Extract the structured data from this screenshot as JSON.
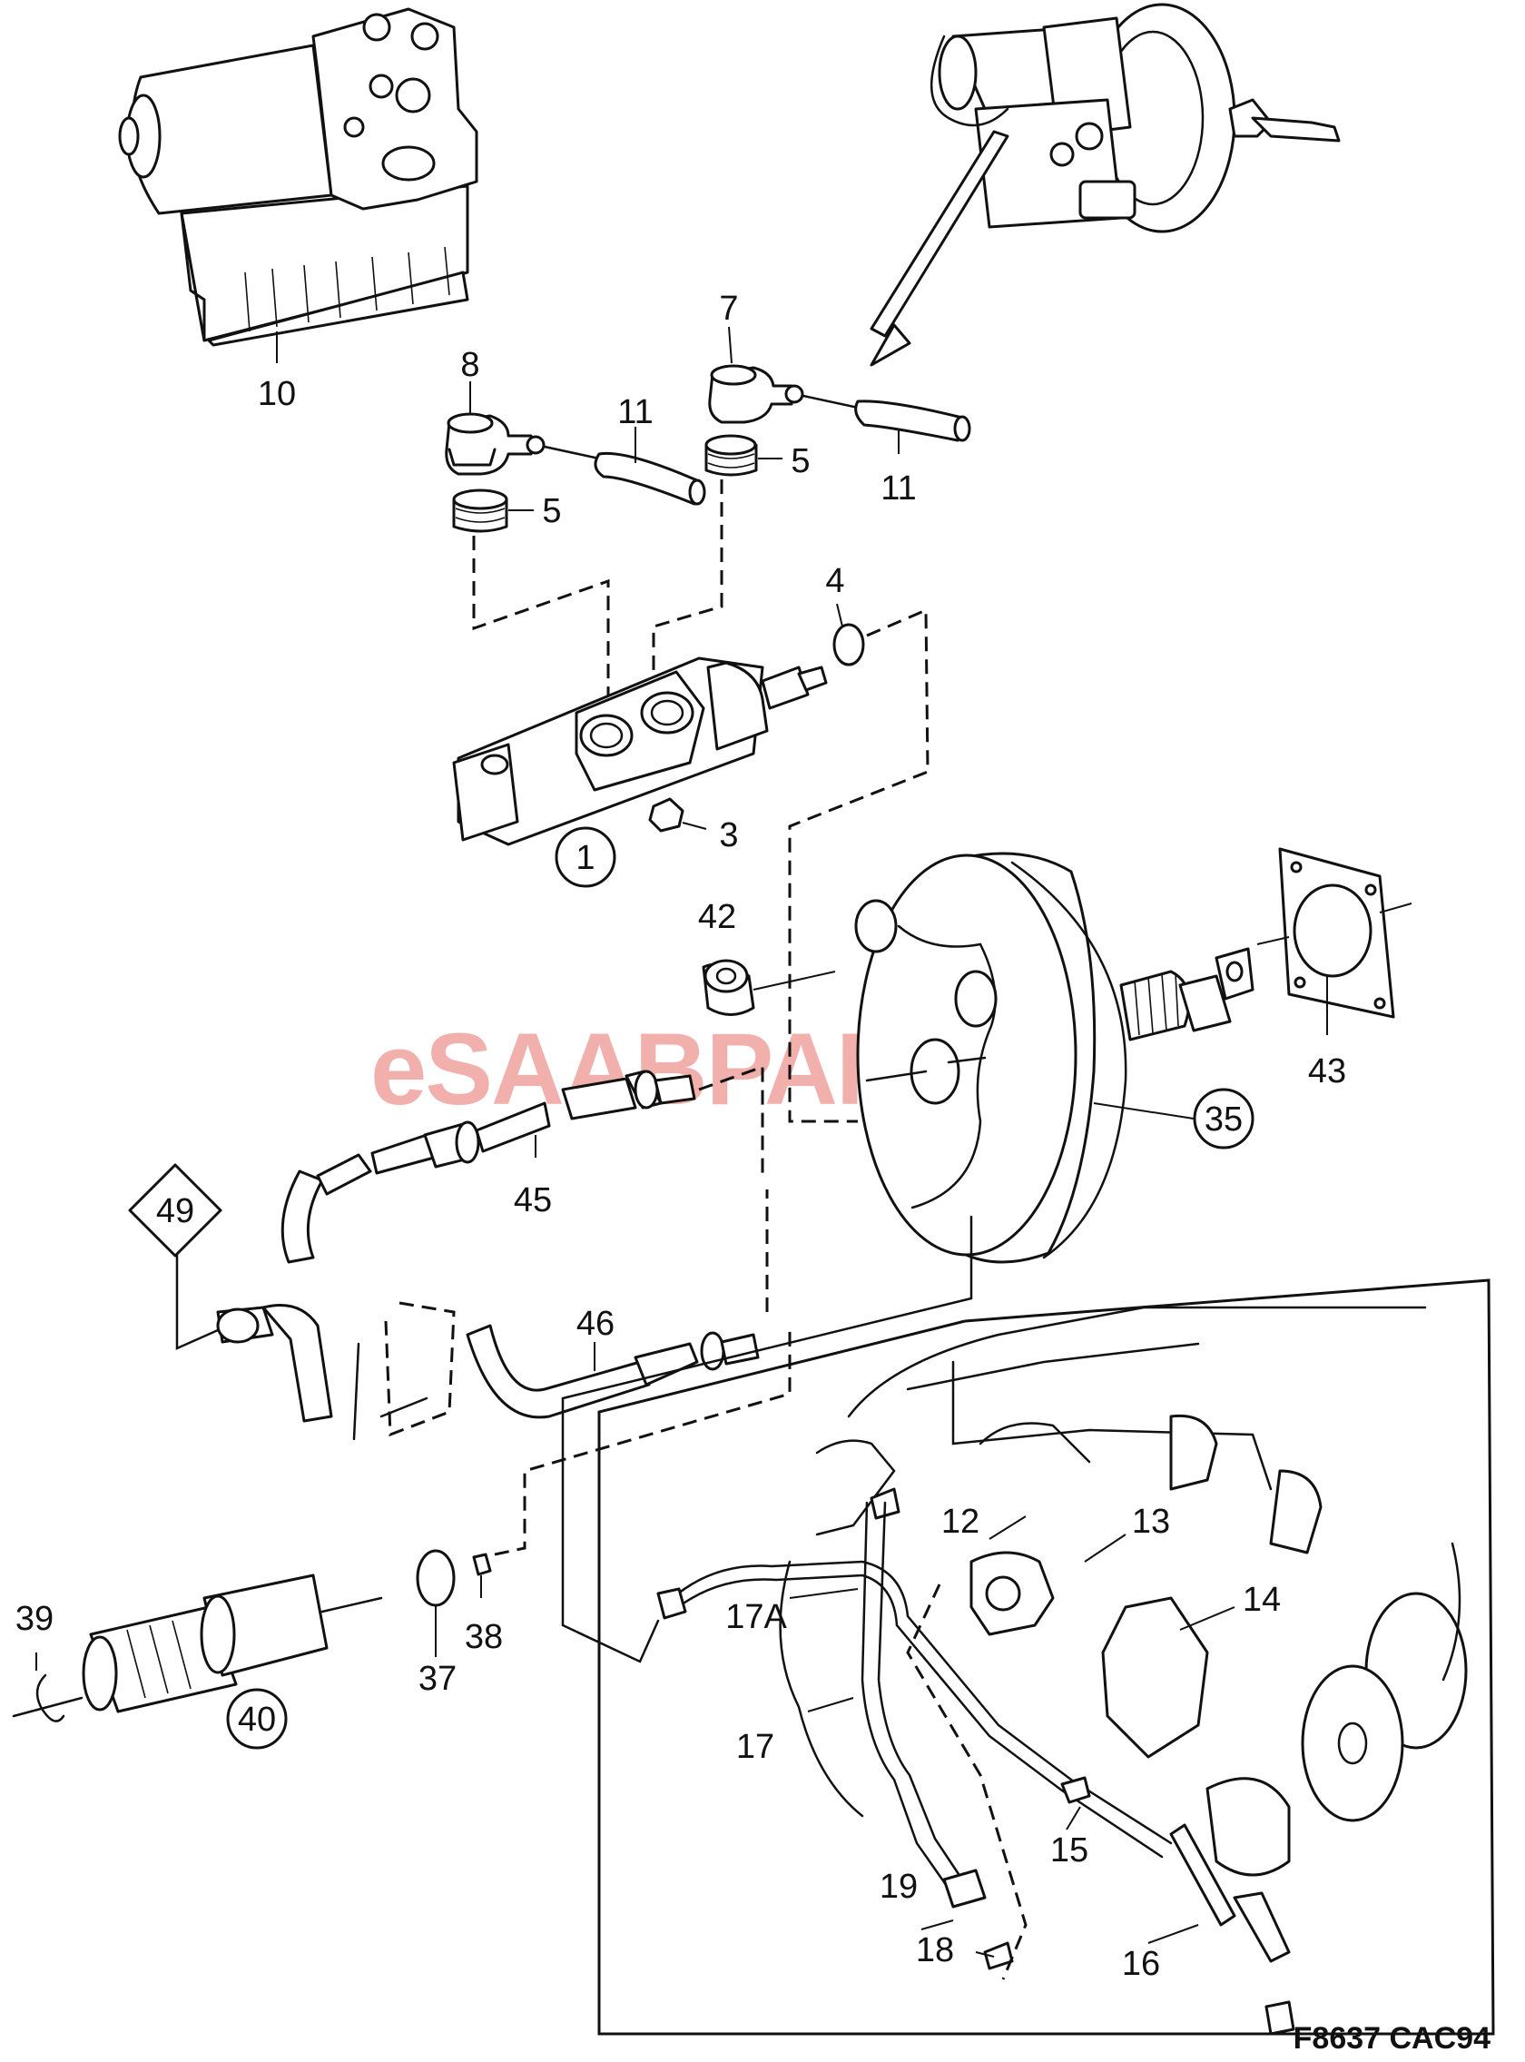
{
  "watermark": {
    "text": "eSAABPARTS",
    "color": "#e8706a"
  },
  "figure_code": "F8637 CAC94",
  "callouts": [
    {
      "text": "1",
      "style": "circle"
    },
    {
      "text": "3",
      "style": "plain"
    },
    {
      "text": "4",
      "style": "plain"
    },
    {
      "text": "5",
      "style": "plain"
    },
    {
      "text": "5",
      "style": "plain"
    },
    {
      "text": "7",
      "style": "plain"
    },
    {
      "text": "8",
      "style": "plain"
    },
    {
      "text": "10",
      "style": "plain"
    },
    {
      "text": "11",
      "style": "plain"
    },
    {
      "text": "11",
      "style": "plain"
    },
    {
      "text": "12",
      "style": "plain"
    },
    {
      "text": "13",
      "style": "plain"
    },
    {
      "text": "14",
      "style": "plain"
    },
    {
      "text": "15",
      "style": "plain"
    },
    {
      "text": "16",
      "style": "plain"
    },
    {
      "text": "17",
      "style": "plain"
    },
    {
      "text": "17A",
      "style": "plain"
    },
    {
      "text": "18",
      "style": "plain"
    },
    {
      "text": "19",
      "style": "plain"
    },
    {
      "text": "35",
      "style": "circle"
    },
    {
      "text": "37",
      "style": "plain"
    },
    {
      "text": "38",
      "style": "plain"
    },
    {
      "text": "39",
      "style": "plain"
    },
    {
      "text": "40",
      "style": "circle"
    },
    {
      "text": "42",
      "style": "plain"
    },
    {
      "text": "43",
      "style": "plain"
    },
    {
      "text": "45",
      "style": "plain"
    },
    {
      "text": "46",
      "style": "plain"
    },
    {
      "text": "49",
      "style": "diamond"
    }
  ]
}
